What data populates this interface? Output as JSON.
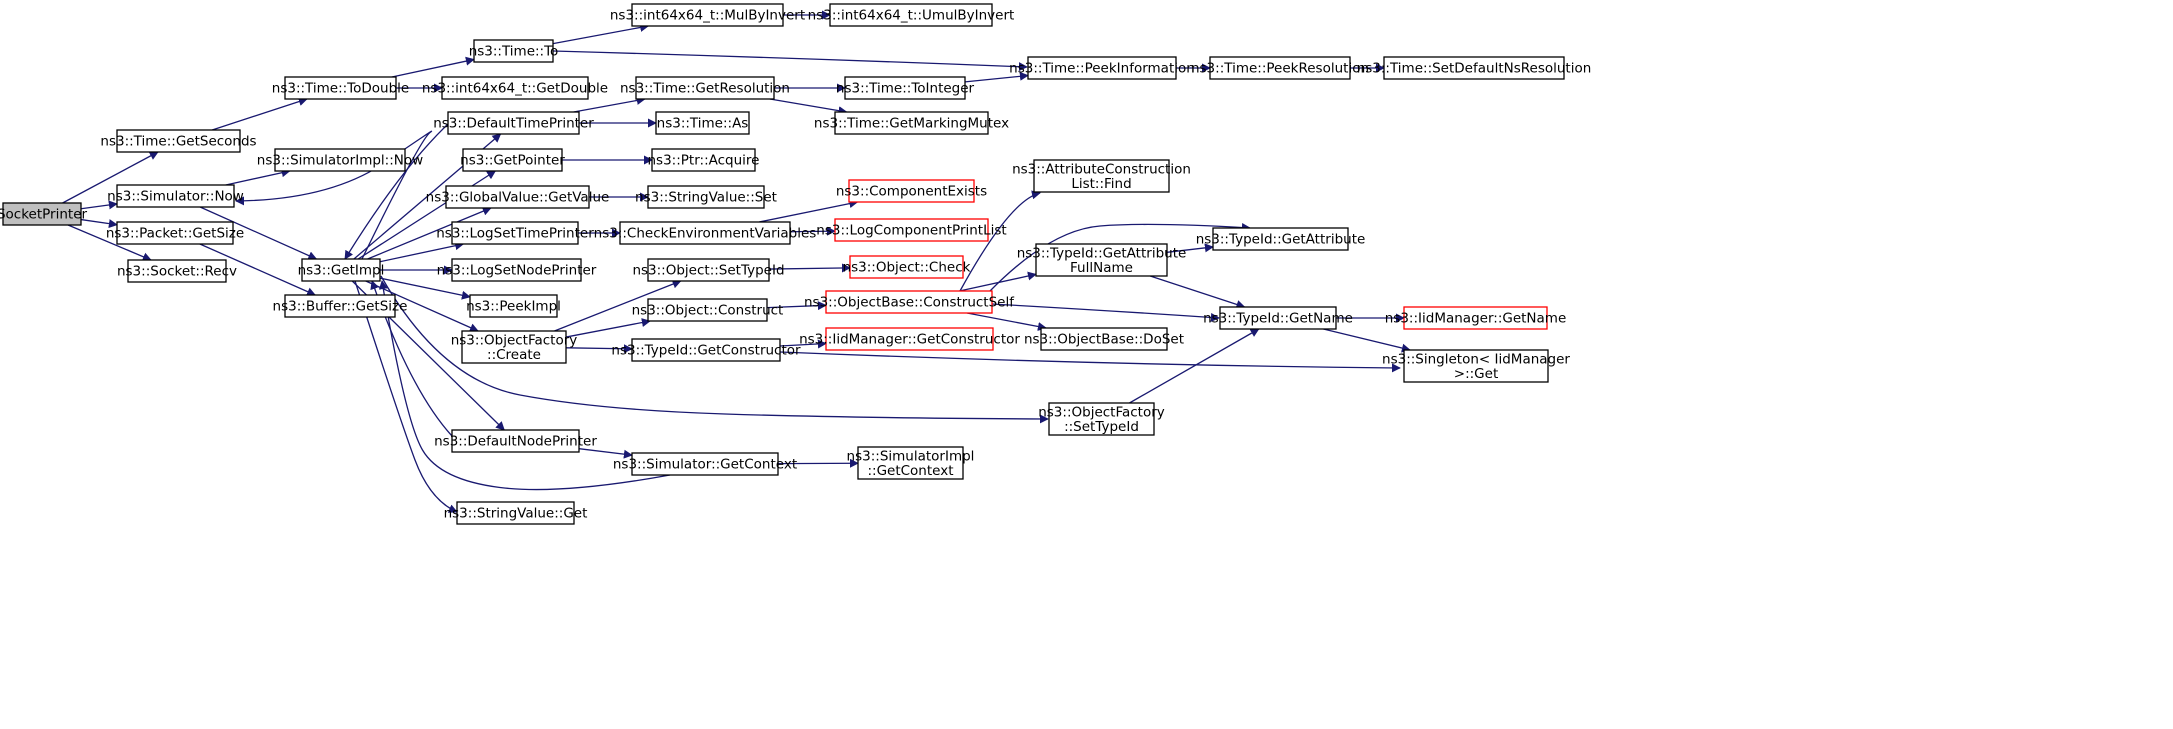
{
  "graph": {
    "type": "call-graph",
    "edge_color": "#191970",
    "root_fill": "#bfbfbf",
    "truncated_border": "#ff0000",
    "nodes": {
      "SocketPrinter": {
        "lines": [
          "SocketPrinter"
        ],
        "root": true
      },
      "GetSeconds": {
        "lines": [
          "ns3::Time::GetSeconds"
        ]
      },
      "SimNow": {
        "lines": [
          "ns3::Simulator::Now"
        ]
      },
      "PacketGetSize": {
        "lines": [
          "ns3::Packet::GetSize"
        ]
      },
      "SocketRecv": {
        "lines": [
          "ns3::Socket::Recv"
        ]
      },
      "ToDouble": {
        "lines": [
          "ns3::Time::ToDouble"
        ]
      },
      "SimImplNow": {
        "lines": [
          "ns3::SimulatorImpl::Now"
        ]
      },
      "GetImpl": {
        "lines": [
          "ns3::GetImpl"
        ]
      },
      "BufferGetSize": {
        "lines": [
          "ns3::Buffer::GetSize"
        ]
      },
      "TimeTo": {
        "lines": [
          "ns3::Time::To"
        ]
      },
      "I64GetDouble": {
        "lines": [
          "ns3::int64x64_t::GetDouble"
        ]
      },
      "DefaultTimePrinter": {
        "lines": [
          "ns3::DefaultTimePrinter"
        ]
      },
      "GetPointer": {
        "lines": [
          "ns3::GetPointer"
        ]
      },
      "GVGetValue": {
        "lines": [
          "ns3::GlobalValue::GetValue"
        ]
      },
      "LogSetTimePrinter": {
        "lines": [
          "ns3::LogSetTimePrinter"
        ]
      },
      "LogSetNodePrinter": {
        "lines": [
          "ns3::LogSetNodePrinter"
        ]
      },
      "PeekImpl": {
        "lines": [
          "ns3::PeekImpl"
        ]
      },
      "OFCreate": {
        "lines": [
          "ns3::ObjectFactory",
          "::Create"
        ]
      },
      "DefaultNodePrinter": {
        "lines": [
          "ns3::DefaultNodePrinter"
        ]
      },
      "StringValueGet": {
        "lines": [
          "ns3::StringValue::Get"
        ]
      },
      "MulByInvert": {
        "lines": [
          "ns3::int64x64_t::MulByInvert"
        ]
      },
      "GetResolution": {
        "lines": [
          "ns3::Time::GetResolution"
        ]
      },
      "TimeAs": {
        "lines": [
          "ns3::Time::As"
        ]
      },
      "PtrAcquire": {
        "lines": [
          "ns3::Ptr::Acquire"
        ]
      },
      "StringValueSet": {
        "lines": [
          "ns3::StringValue::Set"
        ]
      },
      "CheckEnv": {
        "lines": [
          "ns3::CheckEnvironmentVariables"
        ]
      },
      "ObjSetTypeId": {
        "lines": [
          "ns3::Object::SetTypeId"
        ]
      },
      "ObjConstruct": {
        "lines": [
          "ns3::Object::Construct"
        ]
      },
      "TIGetConstructor": {
        "lines": [
          "ns3::TypeId::GetConstructor"
        ]
      },
      "SimGetContext": {
        "lines": [
          "ns3::Simulator::GetContext"
        ]
      },
      "UmulByInvert": {
        "lines": [
          "ns3::int64x64_t::UmulByInvert"
        ]
      },
      "ToInteger": {
        "lines": [
          "ns3::Time::ToInteger"
        ]
      },
      "GetMarkingMutex": {
        "lines": [
          "ns3::Time::GetMarkingMutex"
        ]
      },
      "ComponentExists": {
        "lines": [
          "ns3::ComponentExists"
        ],
        "truncated": true
      },
      "LogComponentPrintList": {
        "lines": [
          "ns3::LogComponentPrintList"
        ],
        "truncated": true
      },
      "ObjCheck": {
        "lines": [
          "ns3::Object::Check"
        ],
        "truncated": true
      },
      "ConstructSelf": {
        "lines": [
          "ns3::ObjectBase::ConstructSelf"
        ],
        "truncated": true
      },
      "IidGetConstructor": {
        "lines": [
          "ns3::IidManager::GetConstructor"
        ],
        "truncated": true
      },
      "SimImplGetContext": {
        "lines": [
          "ns3::SimulatorImpl",
          "::GetContext"
        ]
      },
      "PeekInformation": {
        "lines": [
          "ns3::Time::PeekInformation"
        ]
      },
      "ACLFind": {
        "lines": [
          "ns3::AttributeConstruction",
          "List::Find"
        ]
      },
      "GetAttrFullName": {
        "lines": [
          "ns3::TypeId::GetAttribute",
          "FullName"
        ]
      },
      "DoSet": {
        "lines": [
          "ns3::ObjectBase::DoSet"
        ]
      },
      "OFSetTypeId": {
        "lines": [
          "ns3::ObjectFactory",
          "::SetTypeId"
        ]
      },
      "PeekResolution": {
        "lines": [
          "ns3::Time::PeekResolution"
        ]
      },
      "TIGetAttribute": {
        "lines": [
          "ns3::TypeId::GetAttribute"
        ]
      },
      "TIGetName": {
        "lines": [
          "ns3::TypeId::GetName"
        ]
      },
      "SingletonGet": {
        "lines": [
          "ns3::Singleton< IidManager",
          " >::Get"
        ]
      },
      "SetDefaultNsResolution": {
        "lines": [
          "ns3::Time::SetDefaultNsResolution"
        ]
      },
      "IidGetName": {
        "lines": [
          "ns3::IidManager::GetName"
        ],
        "truncated": true
      }
    },
    "edges": [
      [
        "SocketPrinter",
        "GetSeconds"
      ],
      [
        "SocketPrinter",
        "SimNow"
      ],
      [
        "SocketPrinter",
        "PacketGetSize"
      ],
      [
        "SocketPrinter",
        "SocketRecv"
      ],
      [
        "GetSeconds",
        "ToDouble"
      ],
      [
        "SimNow",
        "SimImplNow"
      ],
      [
        "SimNow",
        "GetImpl"
      ],
      [
        "PacketGetSize",
        "BufferGetSize"
      ],
      [
        "ToDouble",
        "TimeTo"
      ],
      [
        "ToDouble",
        "I64GetDouble"
      ],
      [
        "GetImpl",
        "SimNow"
      ],
      [
        "GetImpl",
        "DefaultTimePrinter"
      ],
      [
        "GetImpl",
        "GetPointer"
      ],
      [
        "GetImpl",
        "GVGetValue"
      ],
      [
        "GetImpl",
        "LogSetTimePrinter"
      ],
      [
        "GetImpl",
        "LogSetNodePrinter"
      ],
      [
        "GetImpl",
        "PeekImpl"
      ],
      [
        "GetImpl",
        "OFCreate"
      ],
      [
        "GetImpl",
        "DefaultNodePrinter"
      ],
      [
        "GetImpl",
        "StringValueGet"
      ],
      [
        "GetImpl",
        "OFSetTypeId"
      ],
      [
        "DefaultTimePrinter",
        "GetImpl"
      ],
      [
        "DefaultNodePrinter",
        "GetImpl"
      ],
      [
        "SimGetContext",
        "GetImpl"
      ],
      [
        "TimeTo",
        "MulByInvert"
      ],
      [
        "TimeTo",
        "PeekInformation"
      ],
      [
        "MulByInvert",
        "UmulByInvert"
      ],
      [
        "DefaultTimePrinter",
        "GetResolution"
      ],
      [
        "DefaultTimePrinter",
        "TimeAs"
      ],
      [
        "GetResolution",
        "ToInteger"
      ],
      [
        "GetResolution",
        "GetMarkingMutex"
      ],
      [
        "ToInteger",
        "PeekInformation"
      ],
      [
        "PeekInformation",
        "PeekResolution"
      ],
      [
        "PeekResolution",
        "SetDefaultNsResolution"
      ],
      [
        "GetPointer",
        "PtrAcquire"
      ],
      [
        "GVGetValue",
        "StringValueSet"
      ],
      [
        "LogSetTimePrinter",
        "CheckEnv"
      ],
      [
        "CheckEnv",
        "ComponentExists"
      ],
      [
        "CheckEnv",
        "LogComponentPrintList"
      ],
      [
        "OFCreate",
        "ObjSetTypeId"
      ],
      [
        "OFCreate",
        "ObjConstruct"
      ],
      [
        "OFCreate",
        "TIGetConstructor"
      ],
      [
        "ObjSetTypeId",
        "ObjCheck"
      ],
      [
        "ObjConstruct",
        "ConstructSelf"
      ],
      [
        "TIGetConstructor",
        "IidGetConstructor"
      ],
      [
        "TIGetConstructor",
        "SingletonGet"
      ],
      [
        "ConstructSelf",
        "ACLFind"
      ],
      [
        "ConstructSelf",
        "GetAttrFullName"
      ],
      [
        "ConstructSelf",
        "TIGetAttribute"
      ],
      [
        "ConstructSelf",
        "TIGetName"
      ],
      [
        "ConstructSelf",
        "DoSet"
      ],
      [
        "GetAttrFullName",
        "TIGetAttribute"
      ],
      [
        "GetAttrFullName",
        "TIGetName"
      ],
      [
        "TIGetName",
        "IidGetName"
      ],
      [
        "TIGetName",
        "SingletonGet"
      ],
      [
        "OFSetTypeId",
        "TIGetName"
      ],
      [
        "DefaultNodePrinter",
        "SimGetContext"
      ],
      [
        "SimGetContext",
        "SimImplGetContext"
      ]
    ]
  }
}
